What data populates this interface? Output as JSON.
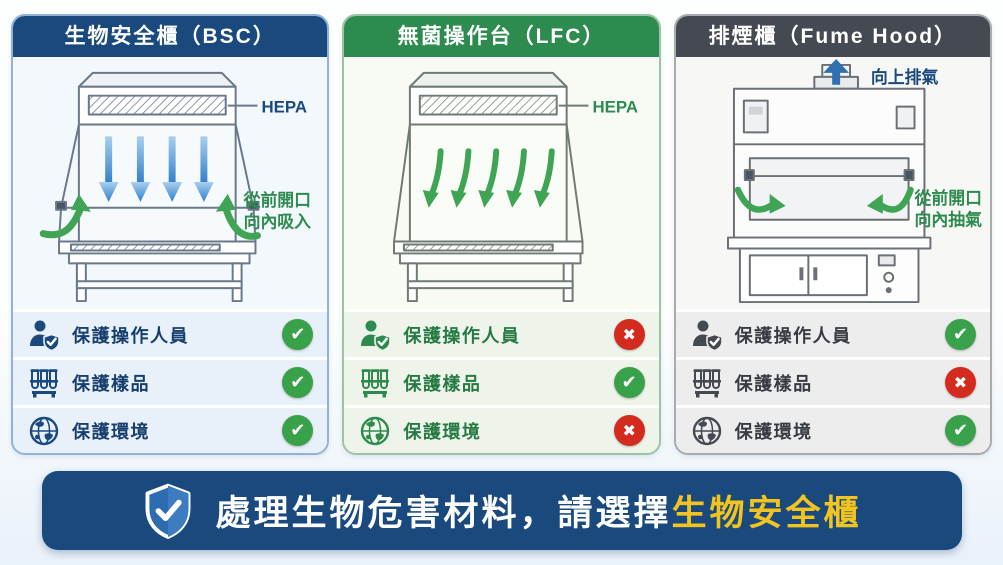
{
  "panels": [
    {
      "id": "bsc",
      "title": "生物安全櫃（BSC）",
      "hepa_label": "HEPA",
      "airflow_note_line1": "從前開口",
      "airflow_note_line2": "向內吸入",
      "rows": [
        {
          "icon": "operator-shield-icon",
          "label": "保護操作人員",
          "status": "check"
        },
        {
          "icon": "test-tubes-icon",
          "label": "保護樣品",
          "status": "check"
        },
        {
          "icon": "globe-icon",
          "label": "保護環境",
          "status": "check"
        }
      ],
      "colors": {
        "accent": "#1a4a7d",
        "panel_bg": "#e8f0fa",
        "illus_bg": "#f3f8fd",
        "border": "#8fb2d6",
        "text": "#173f6d",
        "arrow": "#3fa454",
        "down_arrow": "#4a90d9"
      }
    },
    {
      "id": "lfc",
      "title": "無菌操作台（LFC）",
      "hepa_label": "HEPA",
      "rows": [
        {
          "icon": "operator-shield-icon",
          "label": "保護操作人員",
          "status": "cross"
        },
        {
          "icon": "test-tubes-icon",
          "label": "保護樣品",
          "status": "check"
        },
        {
          "icon": "globe-icon",
          "label": "保護環境",
          "status": "cross"
        }
      ],
      "colors": {
        "accent": "#2e8b4f",
        "panel_bg": "#eef4e9",
        "illus_bg": "#f8faf4",
        "border": "#9cc3a4",
        "text": "#267a45",
        "arrow": "#3fa454"
      }
    },
    {
      "id": "fume-hood",
      "title": "排煙櫃（Fume Hood）",
      "exhaust_note": "向上排氣",
      "airflow_note_line1": "從前開口",
      "airflow_note_line2": "向內抽氣",
      "rows": [
        {
          "icon": "operator-shield-icon",
          "label": "保護操作人員",
          "status": "check"
        },
        {
          "icon": "test-tubes-icon",
          "label": "保護樣品",
          "status": "cross"
        },
        {
          "icon": "globe-icon",
          "label": "保護環境",
          "status": "check"
        }
      ],
      "colors": {
        "accent": "#454a52",
        "panel_bg": "#ededee",
        "illus_bg": "#f7f7f6",
        "border": "#a8abaf",
        "text": "#383c42",
        "arrow": "#3fa454"
      }
    }
  ],
  "status": {
    "check_color": "#3aa14b",
    "cross_color": "#d32b1e"
  },
  "banner": {
    "text_main": "處理生物危害材料，請選擇",
    "text_highlight": "生物安全櫃",
    "background": "#1a4a7d",
    "highlight_color": "#f3c420"
  }
}
